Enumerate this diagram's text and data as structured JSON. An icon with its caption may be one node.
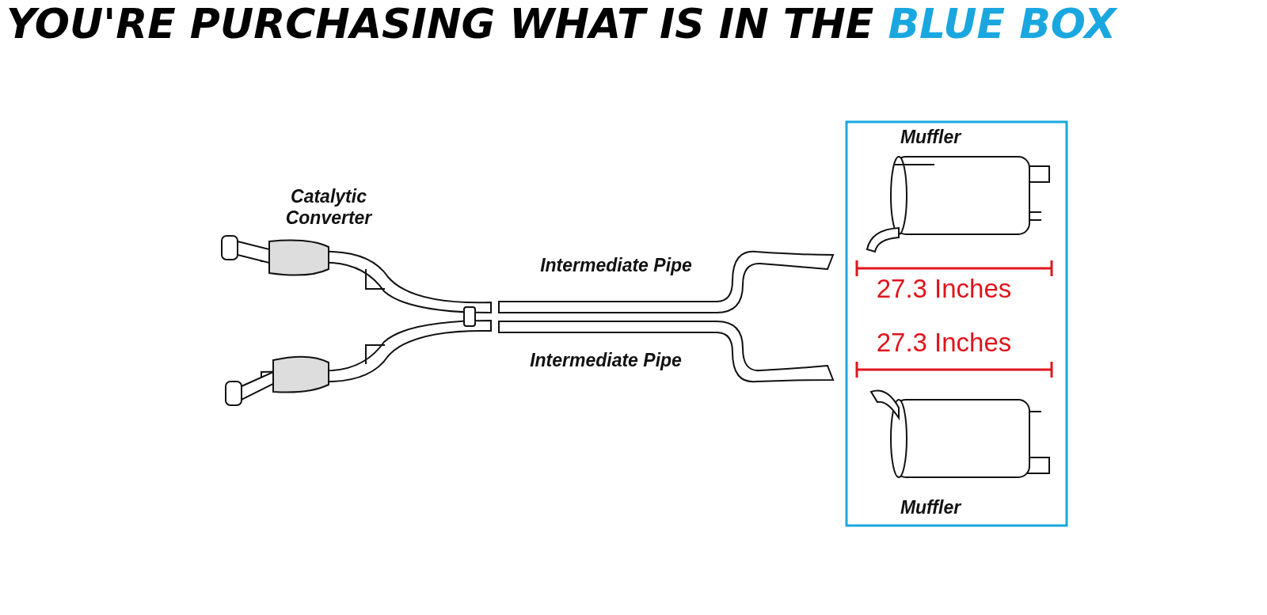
{
  "diagram": {
    "title": "YOU'RE PURCHASING WHAT IS IN THE BLUE BOX",
    "labels": [
      "Catalytic Converter",
      "Intermediate Pipe",
      "Intermediate Pipe",
      "Muffler",
      "27.3 Inches",
      "27.3 Inches",
      "Muffler"
    ]
  }
}
